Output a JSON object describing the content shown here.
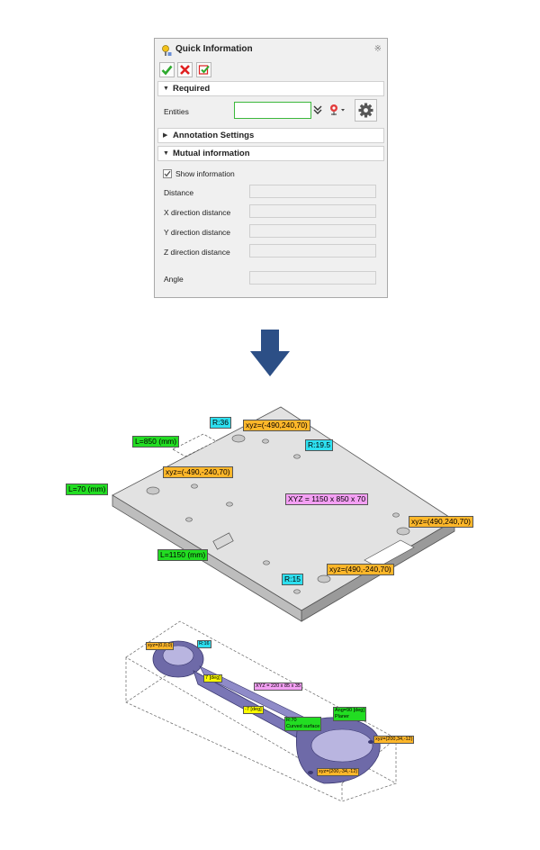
{
  "dialog": {
    "title": "Quick Information",
    "sections": {
      "required": "Required",
      "annotation": "Annotation Settings",
      "mutual": "Mutual information"
    },
    "entities_label": "Entities",
    "show_information": "Show information",
    "fields": {
      "distance": "Distance",
      "x_distance": "X direction distance",
      "y_distance": "Y direction distance",
      "z_distance": "Z direction distance",
      "angle": "Angle"
    },
    "colors": {
      "accept": "#2eaa2e",
      "cancel": "#e02020",
      "input_border": "#3cb83c"
    }
  },
  "plate_annotations": {
    "r36": "R:36",
    "xyz_top": "xyz=(-490,240,70)",
    "r19": "R:19.5",
    "l850": "L=850 (mm)",
    "xyz_left": "xyz=(-490,-240,70)",
    "l70": "L=70 (mm)",
    "xyz_box": "XYZ = 1150 x 850 x 70",
    "xyz_right": "xyz=(490,240,70)",
    "l1150": "L=1150 (mm)",
    "r15": "R:15",
    "xyz_bottom": "xyz=(490,-240,70)"
  },
  "rod_annotations": {
    "xyz_origin": "xyz=(0,0,0)",
    "r16": "R:16",
    "deg7": "7 [deg]",
    "xyz_box": "XYZ = 220 x 85 x 35",
    "deg_neg7": "-7 [deg]",
    "ang90_line1": "Ang=90 [deg]",
    "ang90_line2": "Planer",
    "r70_line1": "R:70",
    "r70_line2": "Curved surface",
    "xyz_right": "xyz=(200,34,-12)",
    "xyz_bottom": "xyz=(200,-34,-12)"
  },
  "icons": [
    "pin-icon",
    "check-icon",
    "close-icon",
    "apply-icon",
    "chevron-down-icon",
    "filter-icon",
    "gear-icon",
    "down-arrow-icon"
  ]
}
